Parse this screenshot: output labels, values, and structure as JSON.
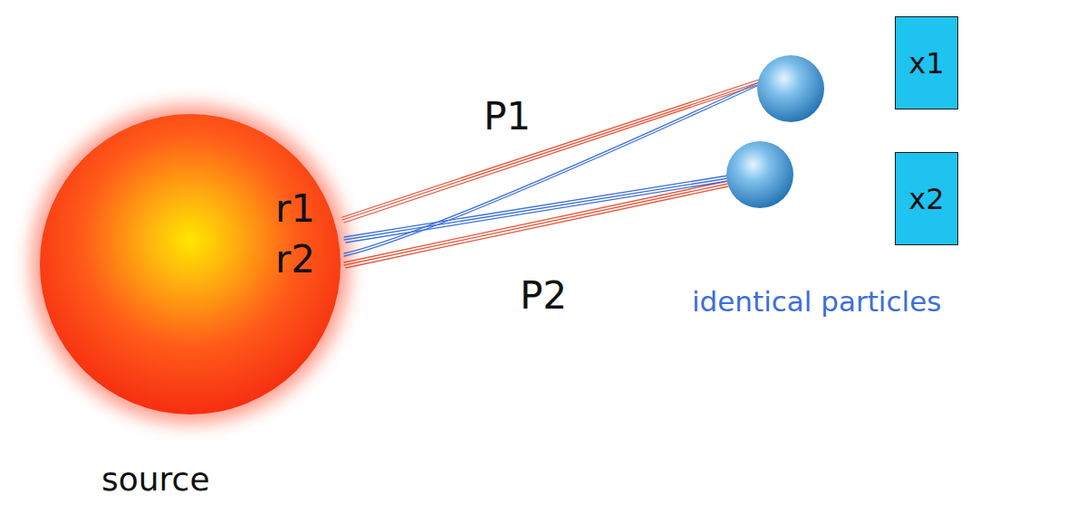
{
  "diagram": {
    "nodes": [
      {
        "text": [
          "x1"
        ]
      },
      {
        "text": [
          "x2"
        ]
      }
    ],
    "labels": [
      "r1",
      "r2",
      "P1",
      "P2",
      "identical particles",
      "source"
    ]
  }
}
